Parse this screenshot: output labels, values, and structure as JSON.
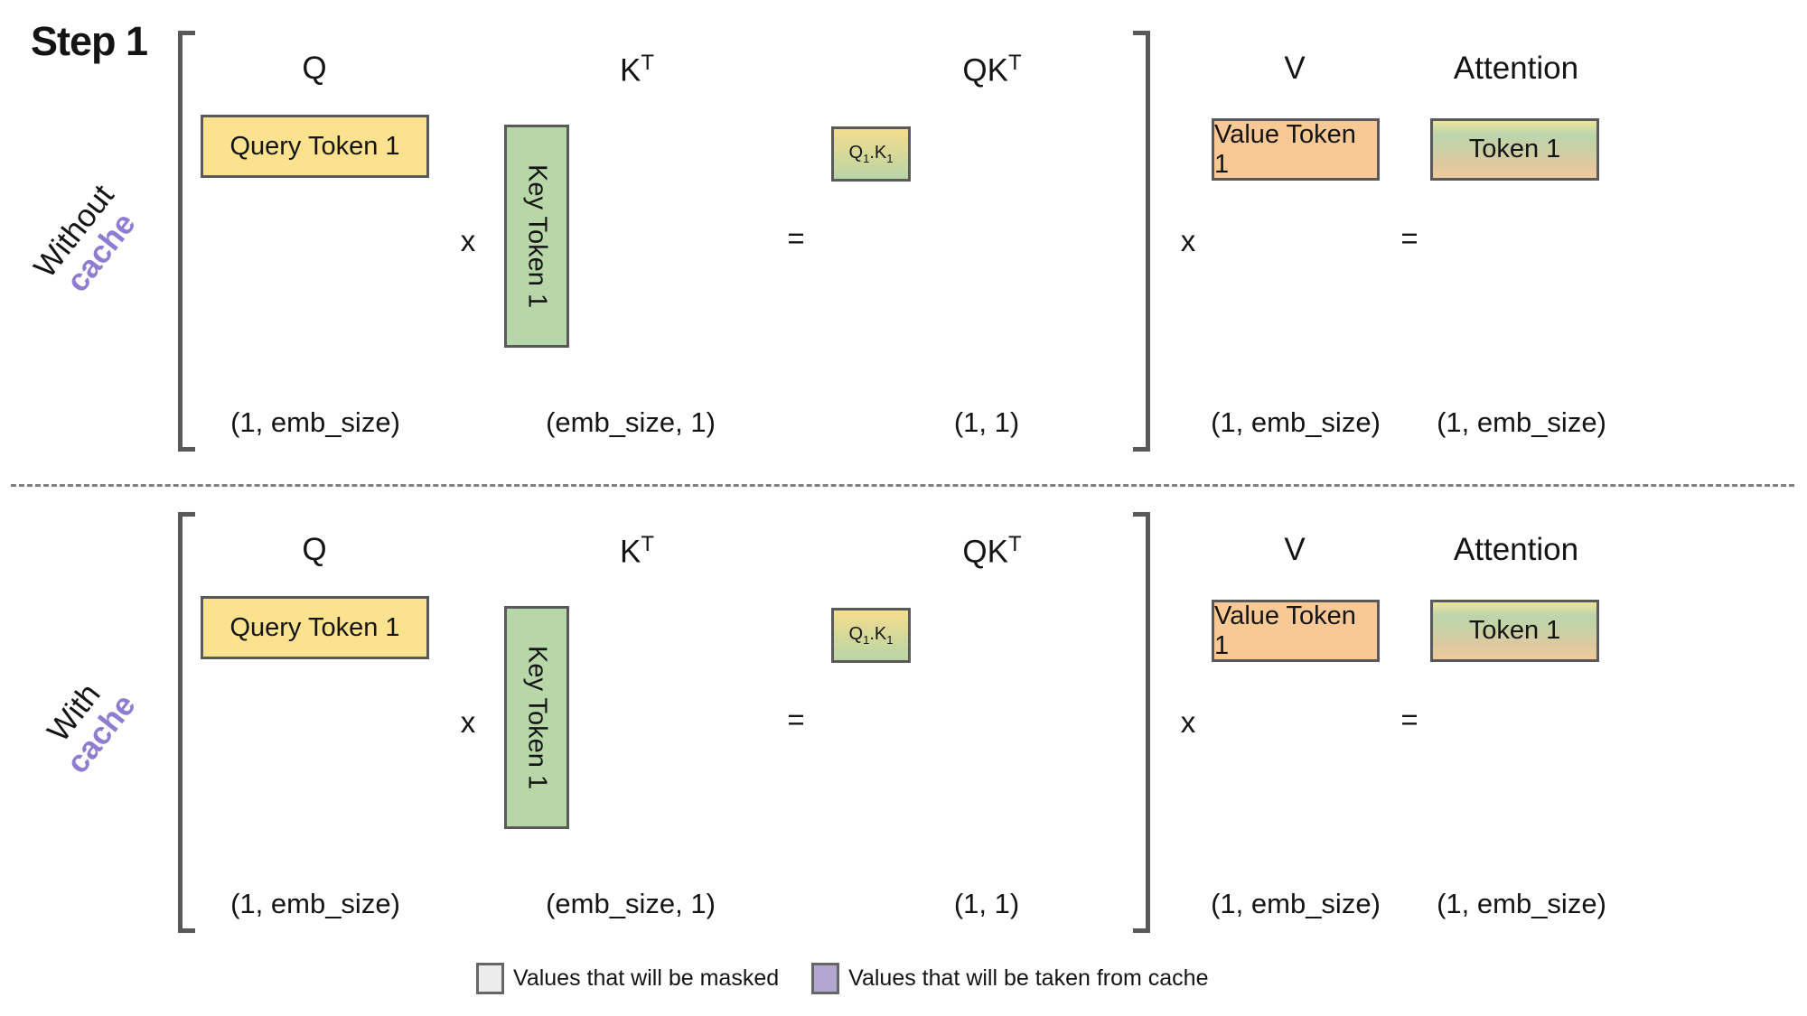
{
  "title": "Step 1",
  "rows": [
    {
      "side_label_line1": "Without",
      "side_label_line2": "cache",
      "q_header": "Q",
      "q_box": "Query Token 1",
      "q_dims": "(1, emb_size)",
      "times1": "x",
      "k_header_base": "K",
      "k_header_sup": "T",
      "k_box": "Key Token 1",
      "k_dims": "(emb_size, 1)",
      "equals1": "=",
      "qk_header_base": "QK",
      "qk_header_sup": "T",
      "qk_cell_b1": "Q",
      "qk_cell_s1": "1",
      "qk_cell_sep": ".",
      "qk_cell_b2": "K",
      "qk_cell_s2": "1",
      "qk_dims": "(1, 1)",
      "times2": "x",
      "v_header": "V",
      "v_box": "Value Token 1",
      "v_dims": "(1, emb_size)",
      "equals2": "=",
      "att_header": "Attention",
      "att_box": "Token 1",
      "att_dims": "(1, emb_size)"
    },
    {
      "side_label_line1": "With",
      "side_label_line2": "cache",
      "q_header": "Q",
      "q_box": "Query Token 1",
      "q_dims": "(1, emb_size)",
      "times1": "x",
      "k_header_base": "K",
      "k_header_sup": "T",
      "k_box": "Key Token 1",
      "k_dims": "(emb_size, 1)",
      "equals1": "=",
      "qk_header_base": "QK",
      "qk_header_sup": "T",
      "qk_cell_b1": "Q",
      "qk_cell_s1": "1",
      "qk_cell_sep": ".",
      "qk_cell_b2": "K",
      "qk_cell_s2": "1",
      "qk_dims": "(1, 1)",
      "times2": "x",
      "v_header": "V",
      "v_box": "Value Token 1",
      "v_dims": "(1, emb_size)",
      "equals2": "=",
      "att_header": "Attention",
      "att_box": "Token 1",
      "att_dims": "(1, emb_size)"
    }
  ],
  "legend": {
    "masked_label": "Values that will be masked",
    "cache_label": "Values that will be taken from cache"
  },
  "colors": {
    "query_box": "#fbe28e",
    "key_box": "#b7d7a8",
    "value_box": "#f8c994",
    "qk_gradient_top": "#f4dd8e",
    "qk_gradient_bottom": "#b8d5a5",
    "attention_gradient_top": "#e9e79b",
    "attention_gradient_mid": "#bcd4ac",
    "attention_gradient_bottom": "#ecca9c",
    "cache_text": "#8d7cd0",
    "legend_masked_swatch": "#ececec",
    "legend_cache_swatch": "#b3a6d0",
    "box_border": "#595959",
    "bracket": "#595959"
  }
}
